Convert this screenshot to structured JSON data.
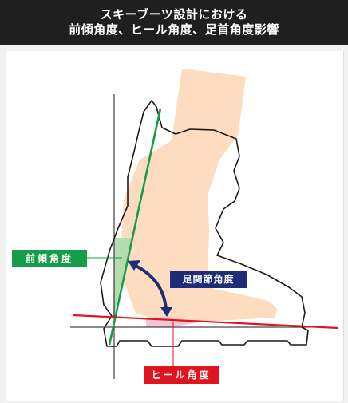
{
  "title": {
    "line1": "スキーブーツ設計における",
    "line2": "前傾角度、ヒール角度、足首角度影響"
  },
  "labels": {
    "forward_lean": "前傾角度",
    "ankle_joint": "足関節角度",
    "heel": "ヒール角度"
  },
  "colors": {
    "title_bg": "#1f1f1f",
    "forward_lean": "#169d49",
    "ankle_joint": "#1f2d78",
    "heel": "#e0141e",
    "leg": "#fddcbf",
    "forward_lean_fill": "#b5dcb0",
    "heel_fill": "#f4c4d8"
  }
}
